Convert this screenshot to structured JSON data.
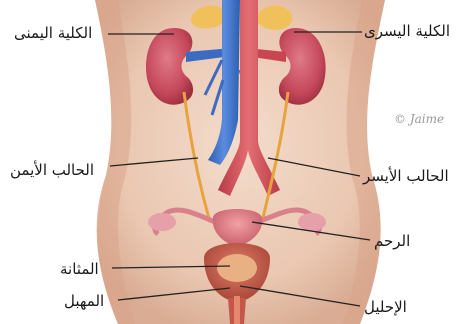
{
  "labels": {
    "right_kidney": "الكلية اليمنى",
    "left_kidney": "الكلية اليسرى",
    "right_ureter": "الحالب الأيمن",
    "left_ureter": "الحالب الأيسر",
    "uterus": "الرحم",
    "bladder": "المثانة",
    "vagina": "المهبل",
    "urethra": "الإحليل"
  },
  "signature": "© Jaime"
}
